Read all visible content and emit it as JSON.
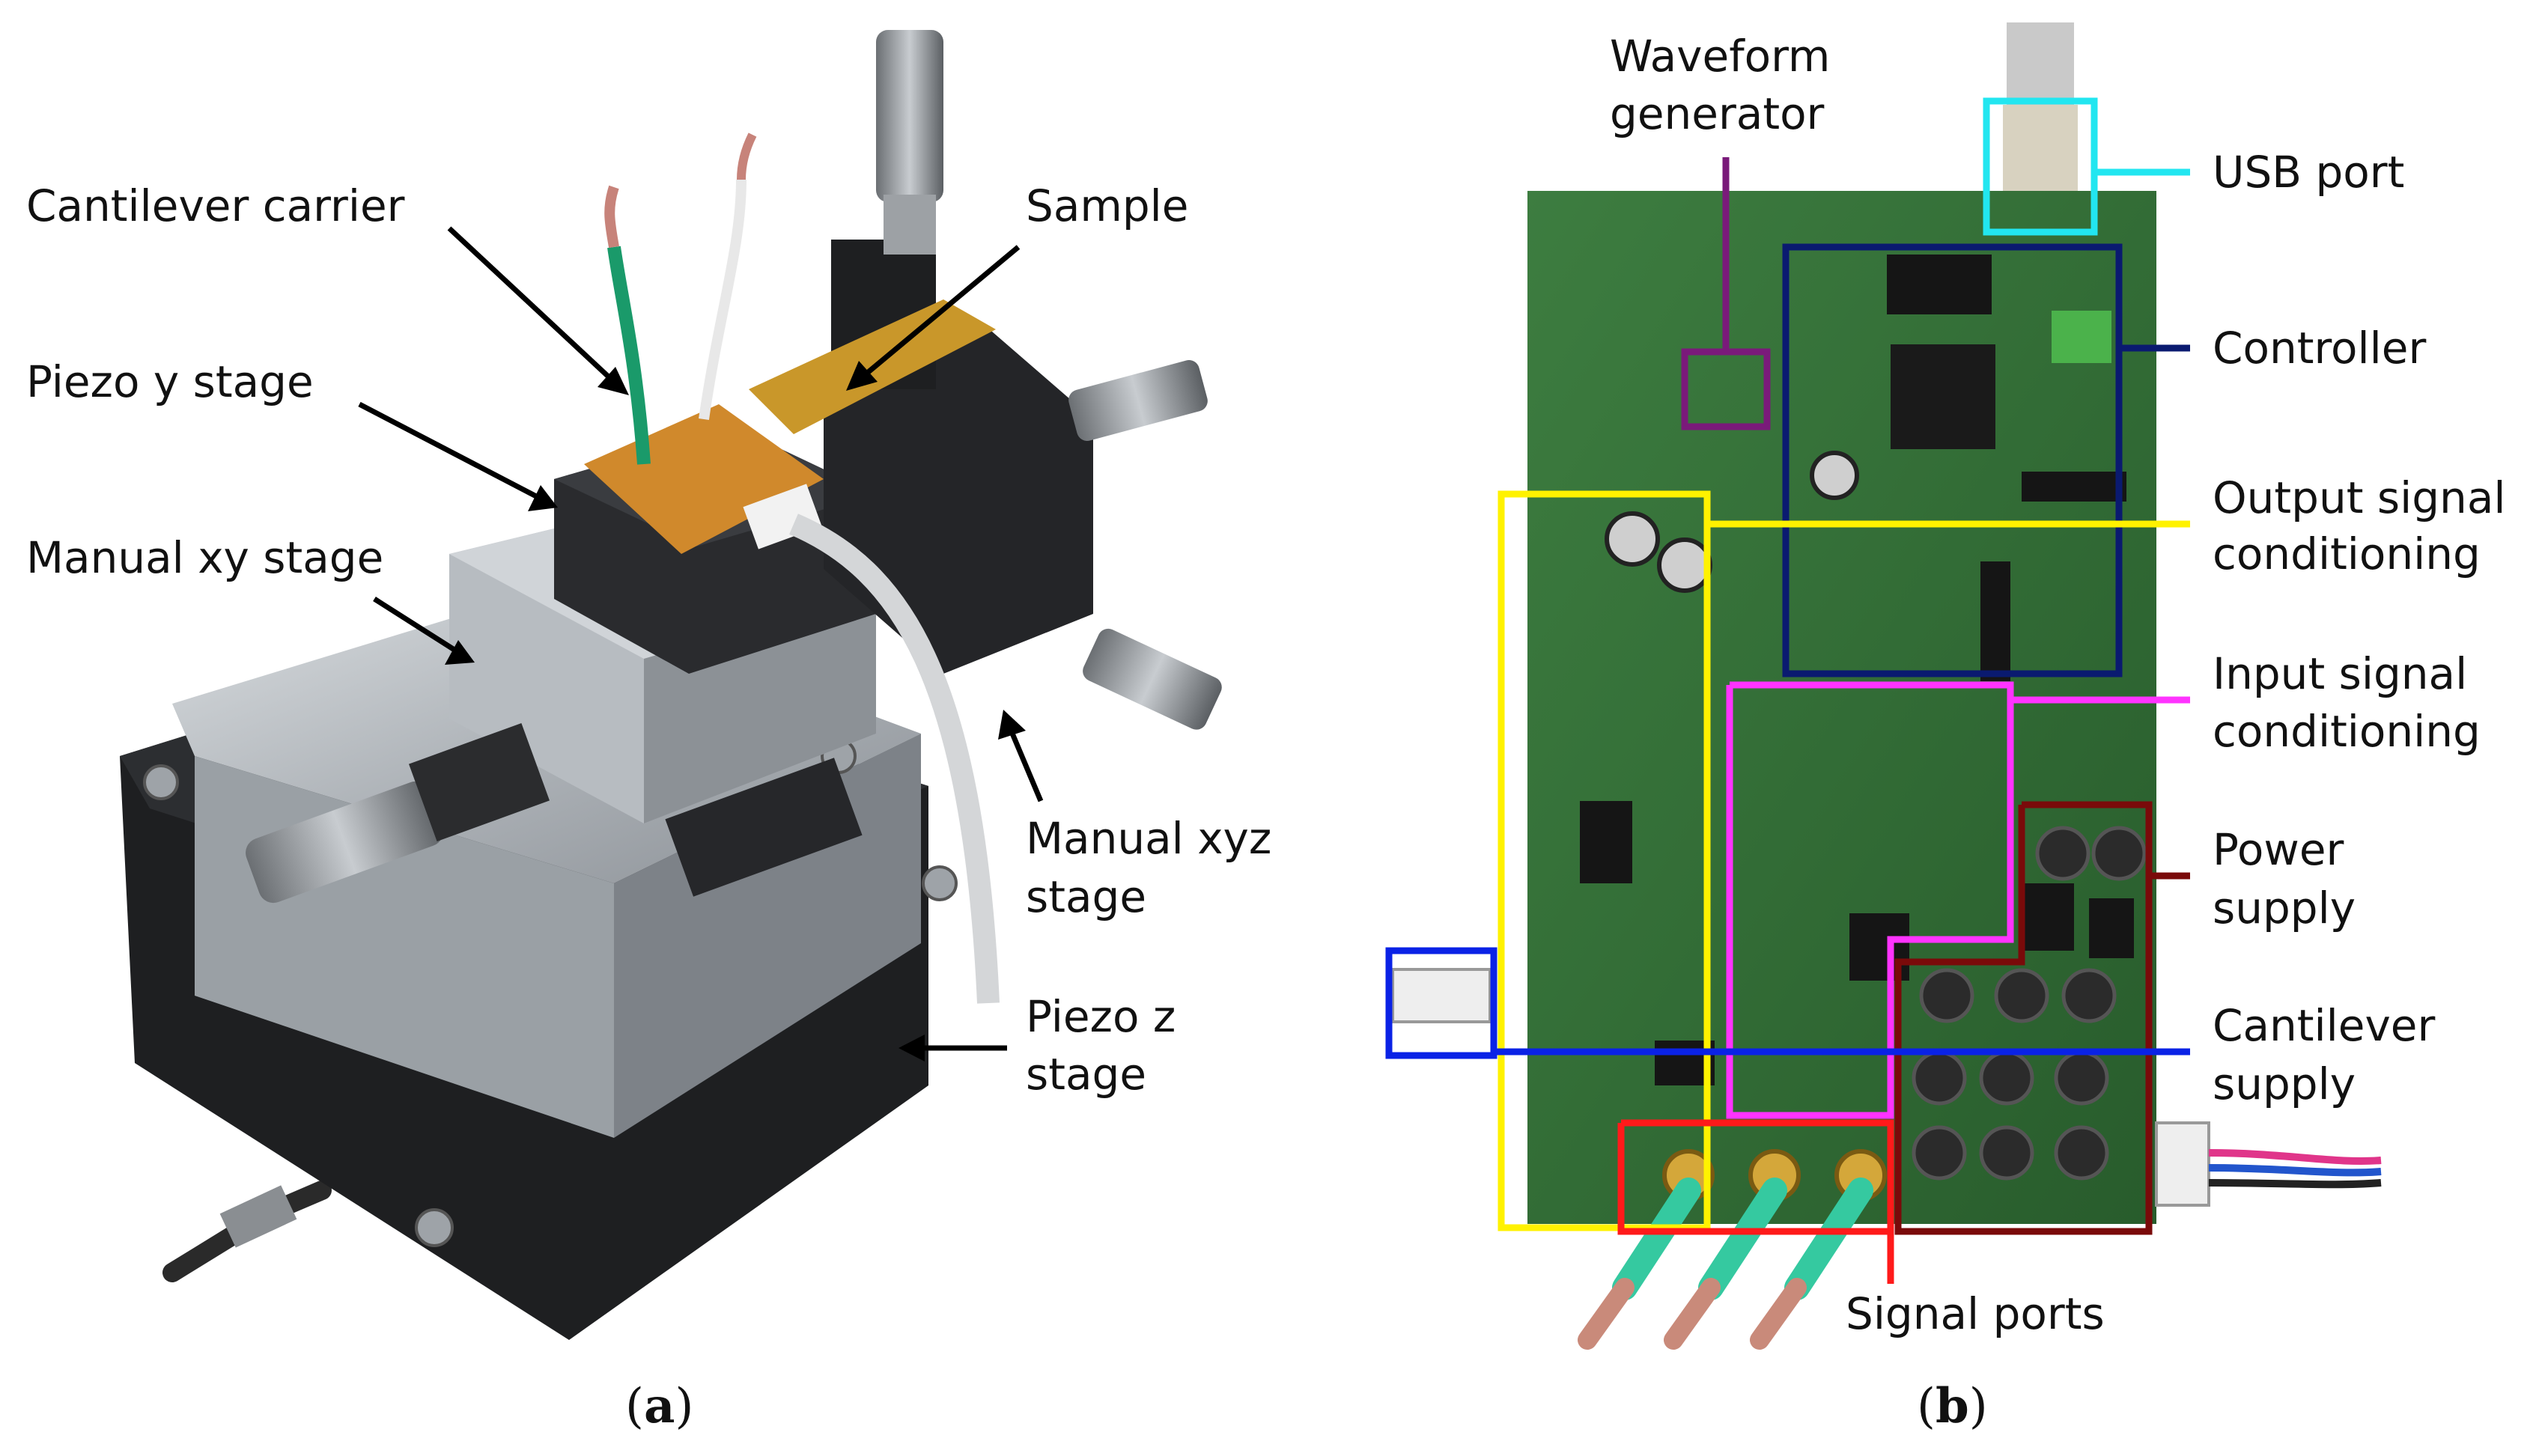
{
  "panel_a": {
    "caption_open": "(",
    "caption_letter": "a",
    "caption_close": ")",
    "labels": {
      "cantilever_carrier": "Cantilever carrier",
      "sample": "Sample",
      "piezo_y_stage": "Piezo y stage",
      "manual_xy_stage": "Manual xy stage",
      "manual_xyz_line1": "Manual xyz",
      "manual_xyz_line2": "stage",
      "piezo_z_line1": "Piezo z",
      "piezo_z_line2": "stage"
    }
  },
  "panel_b": {
    "caption_open": "(",
    "caption_letter": "b",
    "caption_close": ")",
    "labels": {
      "waveform_line1": "Waveform",
      "waveform_line2": "generator",
      "usb_port": "USB port",
      "controller": "Controller",
      "output_line1": "Output signal",
      "output_line2": "conditioning",
      "input_line1": "Input signal",
      "input_line2": "conditioning",
      "power_line1": "Power",
      "power_line2": "supply",
      "cantilever_line1": "Cantilever",
      "cantilever_line2": "supply",
      "signal_ports": "Signal ports"
    }
  },
  "colors": {
    "waveform": "#7a1a7a",
    "usb": "#22e6f0",
    "controller": "#0a1a70",
    "output": "#fff200",
    "input": "#ff33ff",
    "power": "#7a0a0a",
    "cantilever": "#0a22e6",
    "signal": "#ff1a1a",
    "pcb": "#2f6b34"
  }
}
